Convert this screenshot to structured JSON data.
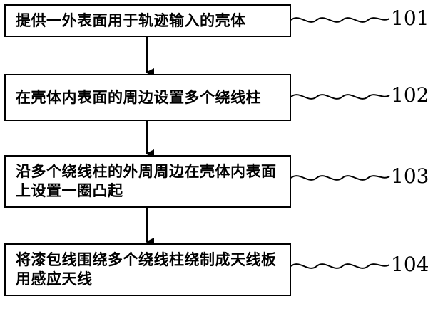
{
  "steps": [
    {
      "text": "提供一外表面用于轨迹输入的壳体",
      "ref": "101"
    },
    {
      "text": "在壳体内表面的周边设置多个绕线柱",
      "ref": "102"
    },
    {
      "text": "沿多个绕线柱的外周周边在壳体内表面上设置一圈凸起",
      "ref": "103"
    },
    {
      "text": "将漆包线围绕多个绕线柱绕制成天线板用感应天线",
      "ref": "104"
    }
  ]
}
